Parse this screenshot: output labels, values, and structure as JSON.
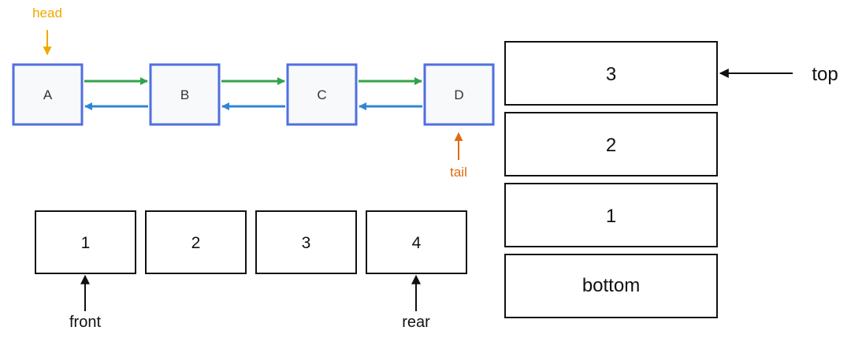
{
  "linked_list": {
    "nodes": [
      "A",
      "B",
      "C",
      "D"
    ],
    "head_label": "head",
    "tail_label": "tail",
    "colors": {
      "node_border": "#4f6fe0",
      "node_fill": "#f7f9fa",
      "next_arrow": "#33a34a",
      "prev_arrow": "#2f86d6",
      "head": "#f0a800",
      "tail": "#e06a10"
    }
  },
  "queue": {
    "cells": [
      "1",
      "2",
      "3",
      "4"
    ],
    "front_label": "front",
    "rear_label": "rear"
  },
  "stack": {
    "cells": [
      "3",
      "2",
      "1",
      "bottom"
    ],
    "top_label": "top"
  }
}
